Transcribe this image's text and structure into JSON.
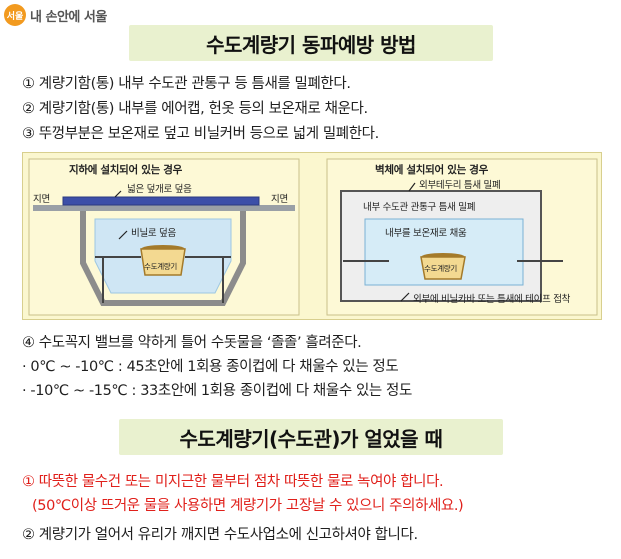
{
  "logo": {
    "text": "내 손안에 서울",
    "mark": "서울"
  },
  "section1": {
    "title": "수도계량기 동파예방 방법",
    "steps": [
      "① 계량기함(통) 내부 수도관 관통구 등 틈새를 밀폐한다.",
      "② 계량기함(통) 내부를 에어캡, 헌옷 등의 보온재로 채운다.",
      "③ 뚜껑부분은 보온재로 덮고 비닐커버 등으로 넓게 밀폐한다."
    ],
    "diagram": {
      "left": {
        "title": "지하에 설치되어 있는 경우",
        "cover_label": "넓은 덮개로 덮음",
        "ground_left": "지면",
        "ground_right": "지면",
        "vinyl_label": "비닐로 덮음",
        "meter_label": "수도계량기"
      },
      "right": {
        "title": "벽체에 설치되어 있는 경우",
        "outer_seal": "외부테두리 틈새 밀폐",
        "inner_seal": "내부 수도관 관통구 틈새 밀폐",
        "fill_label": "내부를 보온재로 채움",
        "meter_label": "수도계량기",
        "tape_label": "외부에 비닐카바 또는 틈새에 테이프 접착"
      }
    },
    "step4": "④ 수도꼭지 밸브를 약하게 틀어 수돗물을 ‘졸졸’ 흘려준다.",
    "notes": [
      "· 0℃ ~ -10℃ : 45초안에 1회용 종이컵에 다 채울수 있는 정도",
      "· -10℃ ~ -15℃ : 33초안에 1회용 종이컵에 다 채울수 있는 정도"
    ]
  },
  "section2": {
    "title": "수도계량기(수도관)가 얼었을 때",
    "warning1": "① 따뜻한 물수건 또는 미지근한 물부터 점차 따뜻한 물로 녹여야 합니다.",
    "warning2": "(50℃이상 뜨거운 물을 사용하면 계량기가 고장날 수 있으니 주의하세요.)",
    "step2": "② 계량기가 얼어서 유리가 깨지면 수도사업소에 신고하셔야 합니다."
  },
  "colors": {
    "banner": "#e9f1cf",
    "warning": "#e0201b",
    "diagram_bg": "#fbf7cf",
    "logo": "#f29a1f"
  }
}
